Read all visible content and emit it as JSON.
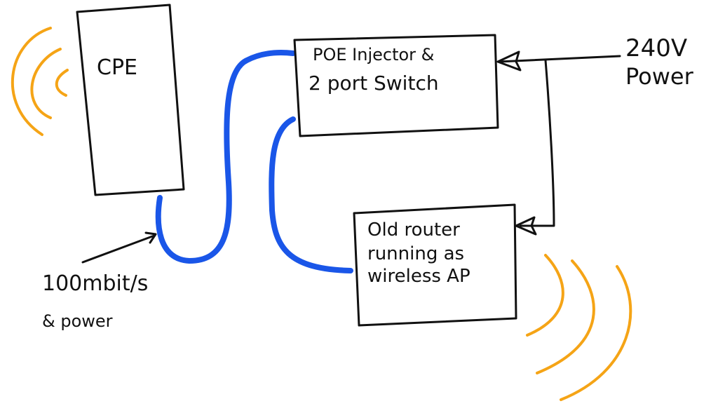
{
  "colors": {
    "cable": "#1a56e8",
    "signal": "#f5a416",
    "ink": "#111111",
    "background": "#ffffff"
  },
  "nodes": {
    "cpe": {
      "label": "CPE"
    },
    "poe": {
      "line1": "POE Injector &",
      "line2": "2 port Switch"
    },
    "router": {
      "line1": "Old router",
      "line2": "running as",
      "line3": "wireless AP"
    }
  },
  "labels": {
    "power_line1": "240V",
    "power_line2": "Power",
    "link_line1": "100mbit/s",
    "link_line2": "& power"
  },
  "icons": {
    "cpe_signal": "wireless-waves-icon",
    "router_signal": "wireless-waves-icon",
    "poe_power_arrow": "arrow-left-icon",
    "router_power_arrow": "arrow-left-icon"
  }
}
